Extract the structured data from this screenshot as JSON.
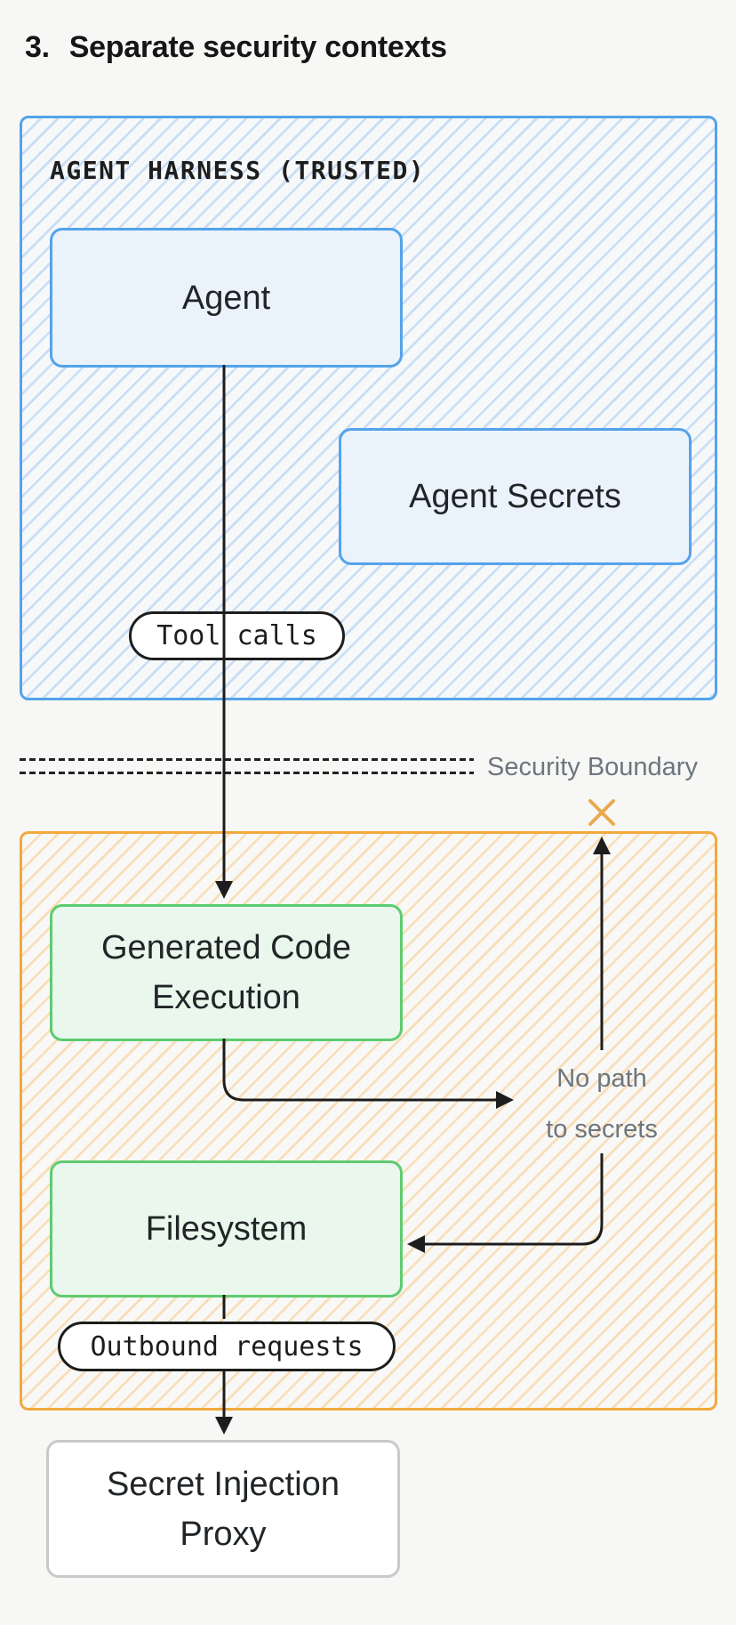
{
  "title": {
    "number": "3.",
    "text": "Separate security contexts"
  },
  "trusted_zone": {
    "label": "AGENT HARNESS (TRUSTED)",
    "agent_node": "Agent",
    "agent_secrets_node": "Agent Secrets",
    "tool_calls_pill": "Tool calls"
  },
  "boundary": {
    "label": "Security Boundary"
  },
  "untrusted_zone": {
    "generated_code_node": "Generated Code Execution",
    "filesystem_node": "Filesystem",
    "outbound_requests_pill": "Outbound requests",
    "no_path_annotation": {
      "line1": "No path",
      "line2": "to secrets"
    },
    "blocked_icon": "x-mark"
  },
  "proxy_node": {
    "label": "Secret Injection Proxy"
  },
  "colors": {
    "page_bg": "#f7f7f5",
    "ink": "#1d1d1d",
    "blue_border": "#54a3ea",
    "blue_fill": "#eaf2fc",
    "blue_hatch": "#c9ddf4",
    "orange_border": "#f2a93e",
    "orange_hatch": "#f8deb6",
    "green_border": "#5ecb70",
    "green_fill": "#e9f7ec",
    "gray_border": "#c9c9c9",
    "muted_text": "#6e757d",
    "x_mark": "#eaa84f"
  }
}
